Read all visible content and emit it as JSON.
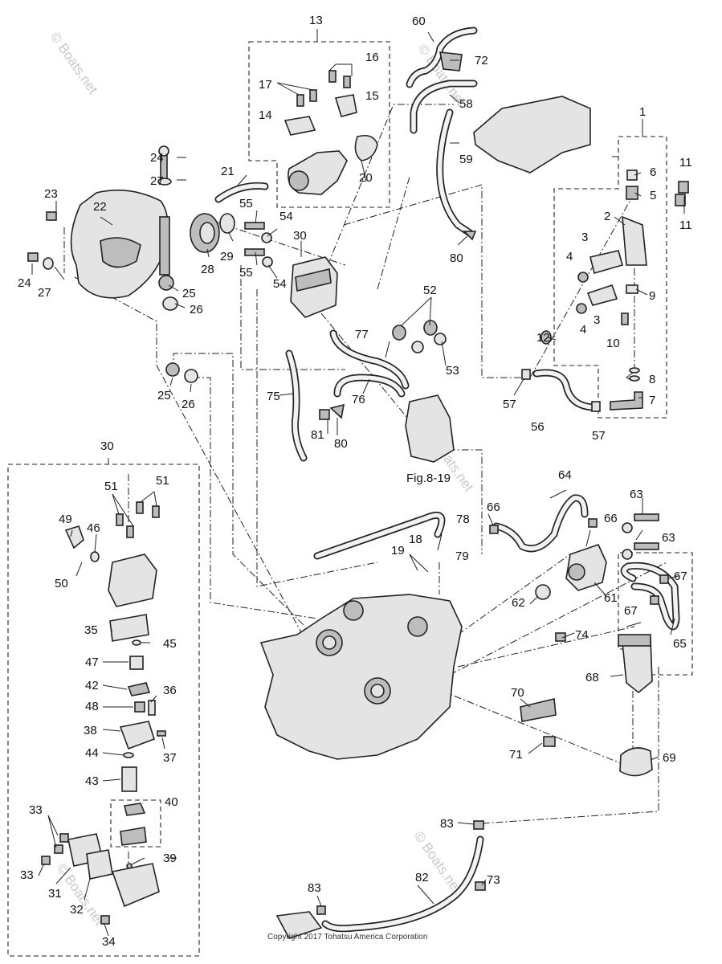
{
  "diagram": {
    "figure_reference": "Fig.8-19",
    "copyright": "Copyright 2017 Tohatsu America Corporation",
    "watermarks": [
      "© Boats.net",
      "© Boats.net",
      "© Boats.net",
      "© Boats.net",
      "© Boats.net"
    ],
    "callouts": {
      "c1": "1",
      "c2": "2",
      "c3a": "3",
      "c3b": "3",
      "c4a": "4",
      "c4b": "4",
      "c5": "5",
      "c6": "6",
      "c7": "7",
      "c8": "8",
      "c9": "9",
      "c10": "10",
      "c11a": "11",
      "c11b": "11",
      "c12": "12",
      "c13": "13",
      "c14": "14",
      "c15": "15",
      "c16": "16",
      "c17": "17",
      "c18": "18",
      "c19": "19",
      "c20": "20",
      "c21": "21",
      "c22": "22",
      "c23": "23",
      "c24a": "24",
      "c24b": "24",
      "c25a": "25",
      "c25b": "25",
      "c26a": "26",
      "c26b": "26",
      "c27a": "27",
      "c27b": "27",
      "c28": "28",
      "c29": "29",
      "c30a": "30",
      "c30b": "30",
      "c31": "31",
      "c32": "32",
      "c33a": "33",
      "c33b": "33",
      "c34": "34",
      "c35": "35",
      "c36": "36",
      "c37": "37",
      "c38": "38",
      "c39": "39",
      "c40": "40",
      "c42": "42",
      "c43": "43",
      "c44": "44",
      "c45": "45",
      "c46": "46",
      "c47": "47",
      "c48": "48",
      "c49": "49",
      "c50": "50",
      "c51a": "51",
      "c51b": "51",
      "c52": "52",
      "c53": "53",
      "c54a": "54",
      "c54b": "54",
      "c55a": "55",
      "c55b": "55",
      "c56": "56",
      "c57a": "57",
      "c57b": "57",
      "c58": "58",
      "c59": "59",
      "c60": "60",
      "c61": "61",
      "c62": "62",
      "c63a": "63",
      "c63b": "63",
      "c64": "64",
      "c65": "65",
      "c66a": "66",
      "c66b": "66",
      "c67a": "67",
      "c67b": "67",
      "c68": "68",
      "c69": "69",
      "c70": "70",
      "c71": "71",
      "c72": "72",
      "c73": "73",
      "c74": "74",
      "c75": "75",
      "c76": "76",
      "c77": "77",
      "c78": "78",
      "c79": "79",
      "c80a": "80",
      "c80b": "80",
      "c81": "81",
      "c82": "82",
      "c83a": "83",
      "c83b": "83"
    }
  }
}
